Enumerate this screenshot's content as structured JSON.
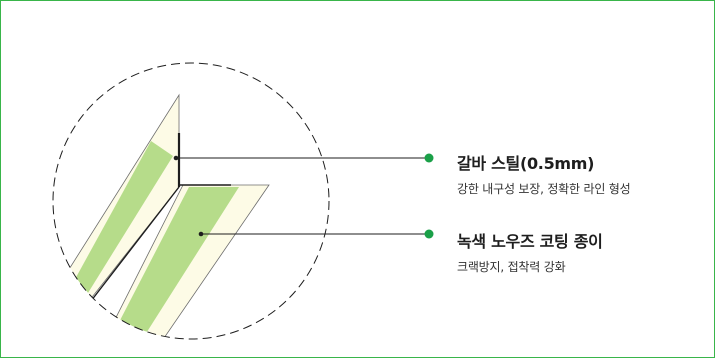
{
  "colors": {
    "frame_border": "#39b54a",
    "connector": "#1e1e1e",
    "dot": "#1aa048",
    "paper_cream": "#fdfbe6",
    "coating_green": "#b6dc8a"
  },
  "callouts": [
    {
      "title": "갈바 스틸(0.5mm)",
      "description": "강한 내구성 보장, 정확한 라인 형성"
    },
    {
      "title": "녹색 노우즈 코팅 종이",
      "description": "크랙방지, 접착력 강화"
    }
  ]
}
